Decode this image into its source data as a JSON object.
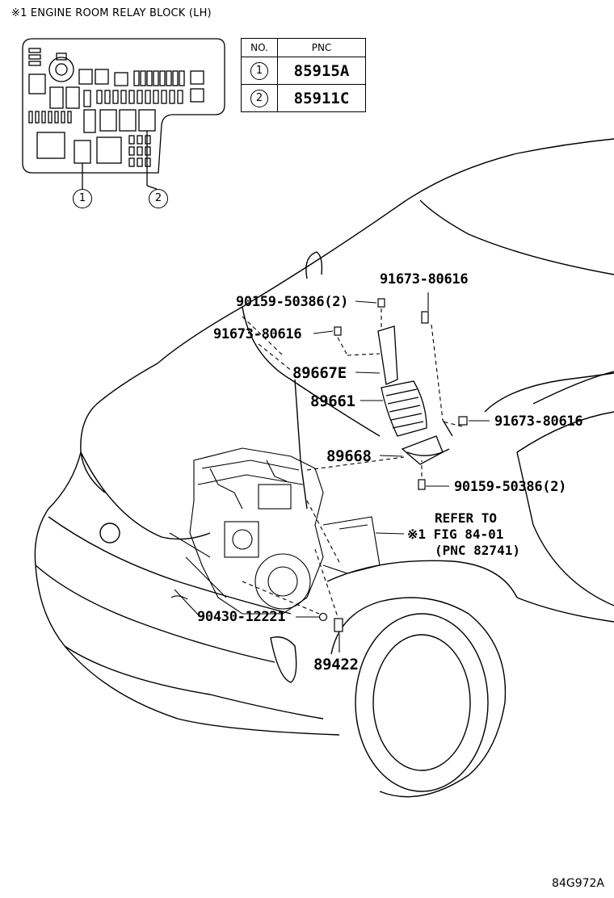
{
  "relay_block": {
    "title": "※1 ENGINE ROOM RELAY BLOCK (LH)",
    "callout_1": "1",
    "callout_2": "2"
  },
  "pnc_table": {
    "headers": [
      "NO.",
      "PNC"
    ],
    "rows": [
      {
        "no": "1",
        "pnc": "85915A"
      },
      {
        "no": "2",
        "pnc": "85911C"
      }
    ]
  },
  "labels": {
    "part_90159_top": "90159-50386(2)",
    "part_91673_top_right": "91673-80616",
    "part_91673_left": "91673-80616",
    "part_89667e": "89667E",
    "part_89661": "89661",
    "part_91673_right": "91673-80616",
    "part_89668": "89668",
    "part_90159_bottom": "90159-50386(2)",
    "refer_line1": "REFER TO",
    "refer_line2": "※1 FIG 84-01",
    "refer_line3": "(PNC 82741)",
    "part_90430": "90430-12221",
    "part_89422": "89422"
  },
  "footer": {
    "code": "84G972A"
  }
}
